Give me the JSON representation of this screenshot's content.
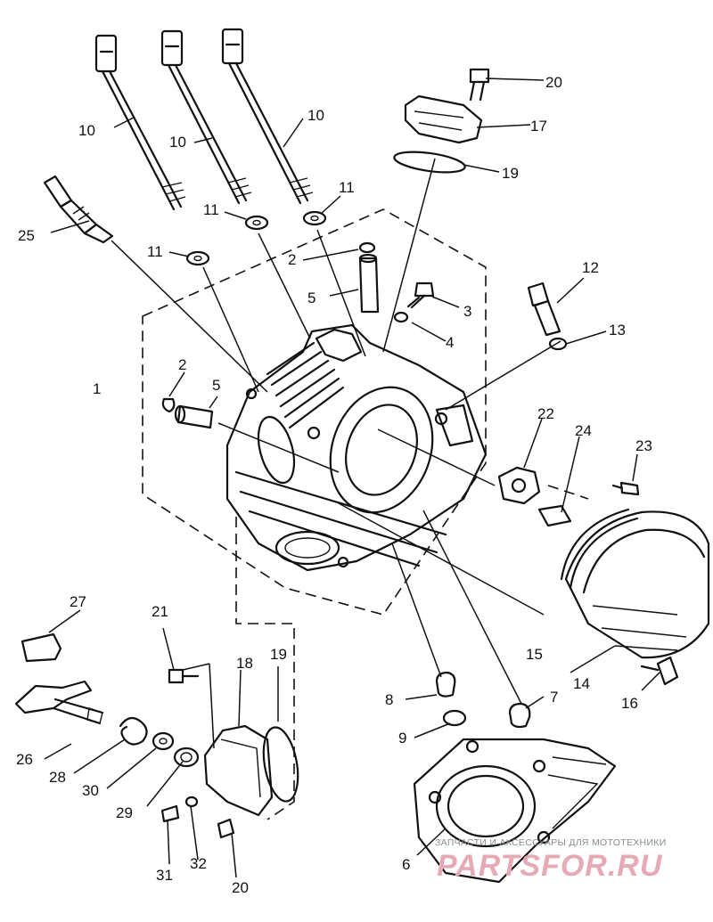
{
  "callouts": {
    "c1": "1",
    "c2a": "2",
    "c2b": "2",
    "c3": "3",
    "c4": "4",
    "c5a": "5",
    "c5b": "5",
    "c6": "6",
    "c7": "7",
    "c8": "8",
    "c9": "9",
    "c10a": "10",
    "c10b": "10",
    "c10c": "10",
    "c11a": "11",
    "c11b": "11",
    "c11c": "11",
    "c12": "12",
    "c13": "13",
    "c14": "14",
    "c15": "15",
    "c16": "16",
    "c17": "17",
    "c18": "18",
    "c19a": "19",
    "c19b": "19",
    "c20a": "20",
    "c20b": "20",
    "c21": "21",
    "c22": "22",
    "c23": "23",
    "c24": "24",
    "c25": "25",
    "c26": "26",
    "c27": "27",
    "c28": "28",
    "c29": "29",
    "c30": "30",
    "c31": "31",
    "c32": "32"
  },
  "watermark": {
    "caption": "ЗАПЧАСТИ И АКСЕССУАРЫ ДЛЯ МОТОТЕХНИКИ",
    "logo": "PARTSFOR.RU"
  },
  "colors": {
    "ink": "#111111",
    "watermark_logo": "#e6aab4",
    "watermark_text": "#8a8a8a"
  }
}
